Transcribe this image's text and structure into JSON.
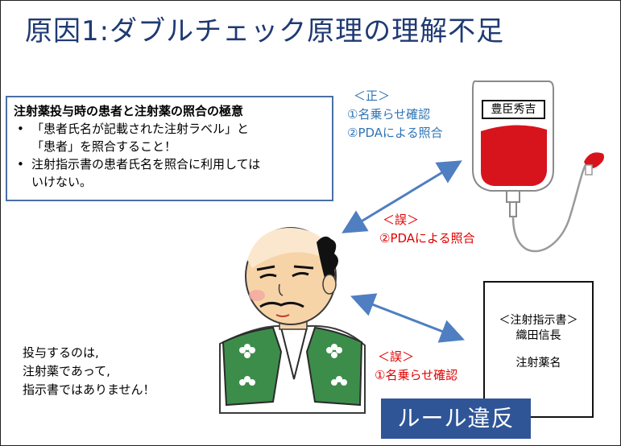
{
  "title": "原因1:ダブルチェック原理の理解不足",
  "rule_box": {
    "heading": "注射薬投与時の患者と注射薬の照合の極意",
    "bullets": [
      {
        "line1": "「患者氏名が記載された注射ラベル」と",
        "line2": "「患者」を照合すること！"
      },
      {
        "line1": "注射指示書の患者氏名を照合に利用しては",
        "line2": "いけない。"
      }
    ]
  },
  "correct": {
    "header": "＜正＞",
    "items": [
      "①名乗らせ確認",
      "②PDAによる照合"
    ]
  },
  "wrong_pda": {
    "header": "＜誤＞",
    "item": "②PDAによる照合"
  },
  "wrong_name": {
    "header": "＜誤＞",
    "item": "①名乗らせ確認"
  },
  "iv_bag": {
    "label": "豊臣秀吉"
  },
  "order_sheet": {
    "title": "＜注射指示書＞",
    "patient": "織田信長",
    "drug": "注射薬名"
  },
  "violation_label": "ルール違反",
  "note": {
    "lines": [
      "投与するのは,",
      "注射薬であって,",
      "指示書ではありません！"
    ]
  },
  "colors": {
    "title": "#1f3a73",
    "correct": "#2e74b5",
    "wrong": "#e00000",
    "violation_bg": "#2f5597"
  }
}
